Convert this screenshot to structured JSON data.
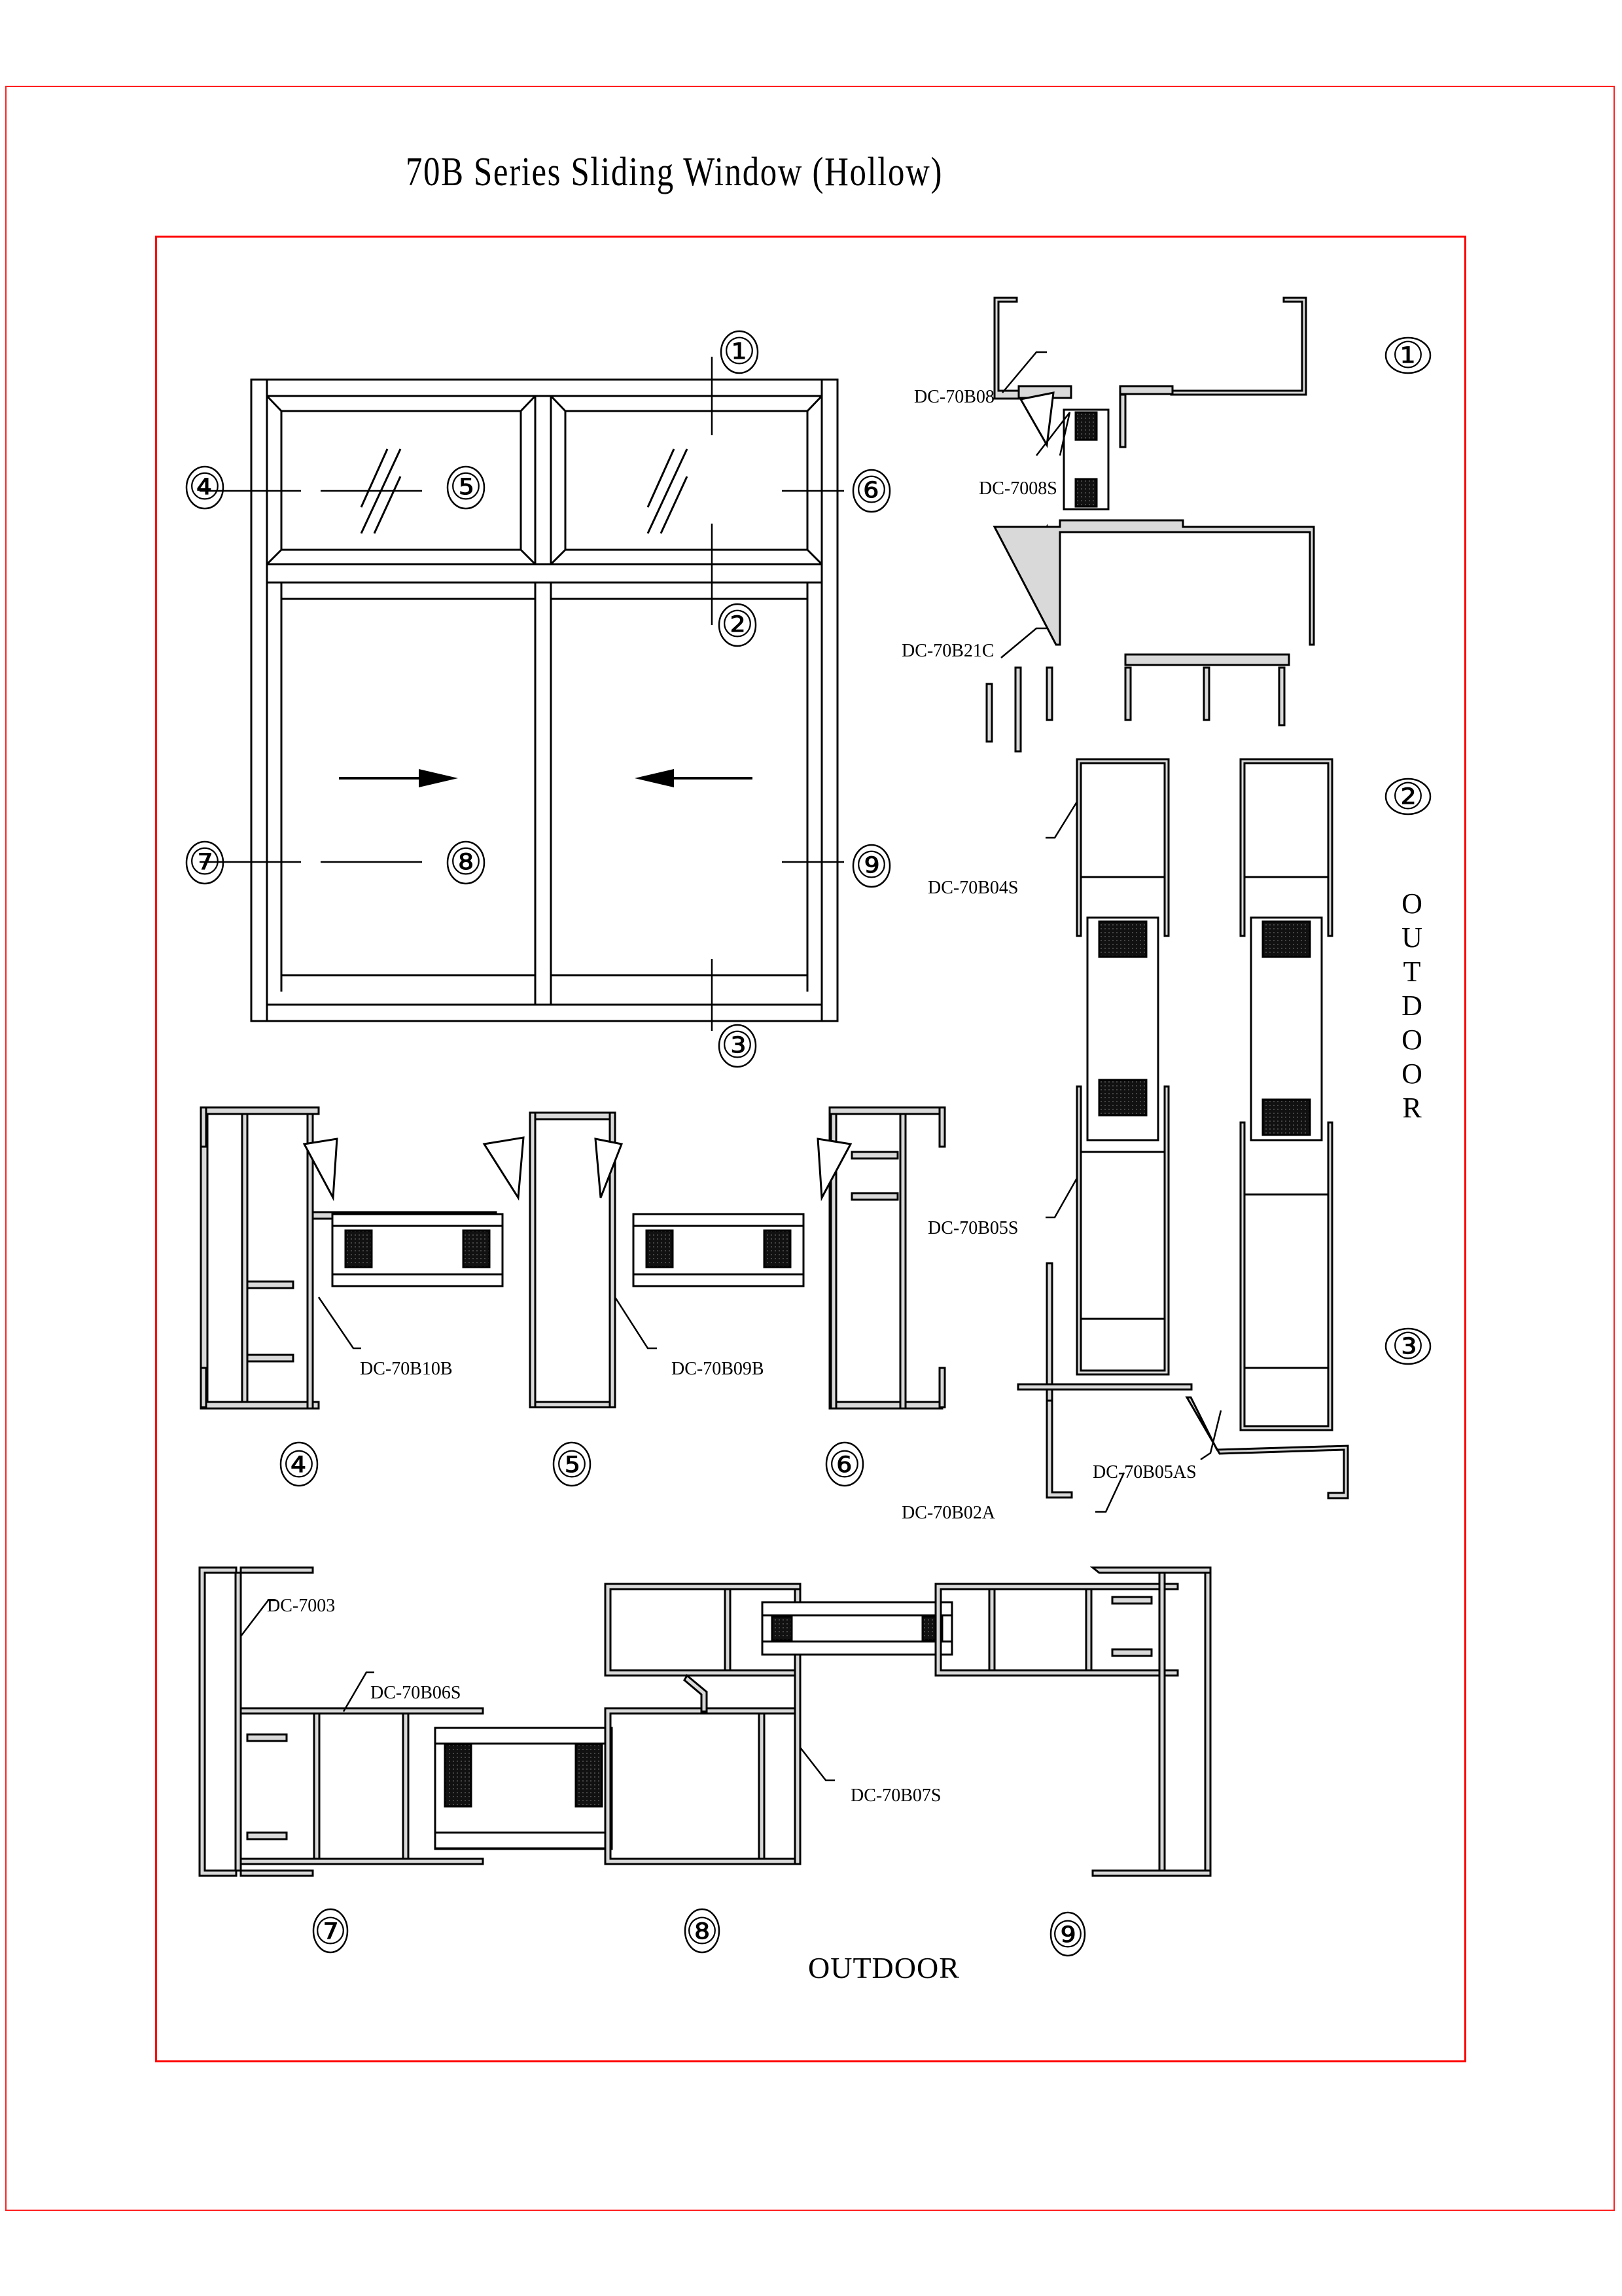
{
  "page": {
    "title": "70B Series Sliding Window (Hollow)",
    "border_color": "#ff0000",
    "profile_fill": "#d9d9d9",
    "line_color": "#000000"
  },
  "elevation": {
    "callouts": [
      "①",
      "②",
      "③",
      "④",
      "⑤",
      "⑥",
      "⑦",
      "⑧",
      "⑨"
    ],
    "arrows": [
      {
        "direction": "right",
        "label": "sliding-right"
      },
      {
        "direction": "left",
        "label": "sliding-left"
      }
    ]
  },
  "vertical_section": {
    "callouts": [
      "①",
      "②",
      "③"
    ],
    "side_label": "OUTDOOR",
    "side_label_letters": [
      "O",
      "U",
      "T",
      "D",
      "O",
      "O",
      "R"
    ],
    "parts": [
      {
        "code": "DC-70B08"
      },
      {
        "code": "DC-7008S"
      },
      {
        "code": "DC-70B21C"
      },
      {
        "code": "DC-70B04S"
      },
      {
        "code": "DC-70B05S"
      },
      {
        "code": "DC-70B05AS"
      },
      {
        "code": "DC-70B02A"
      }
    ]
  },
  "section_456": {
    "callouts": [
      "④",
      "⑤",
      "⑥"
    ],
    "parts": [
      {
        "code": "DC-70B10B"
      },
      {
        "code": "DC-70B09B"
      }
    ]
  },
  "section_789": {
    "callouts": [
      "⑦",
      "⑧",
      "⑨"
    ],
    "side_label": "OUTDOOR",
    "parts": [
      {
        "code": "DC-7003"
      },
      {
        "code": "DC-70B06S"
      },
      {
        "code": "DC-70B07S"
      }
    ]
  }
}
